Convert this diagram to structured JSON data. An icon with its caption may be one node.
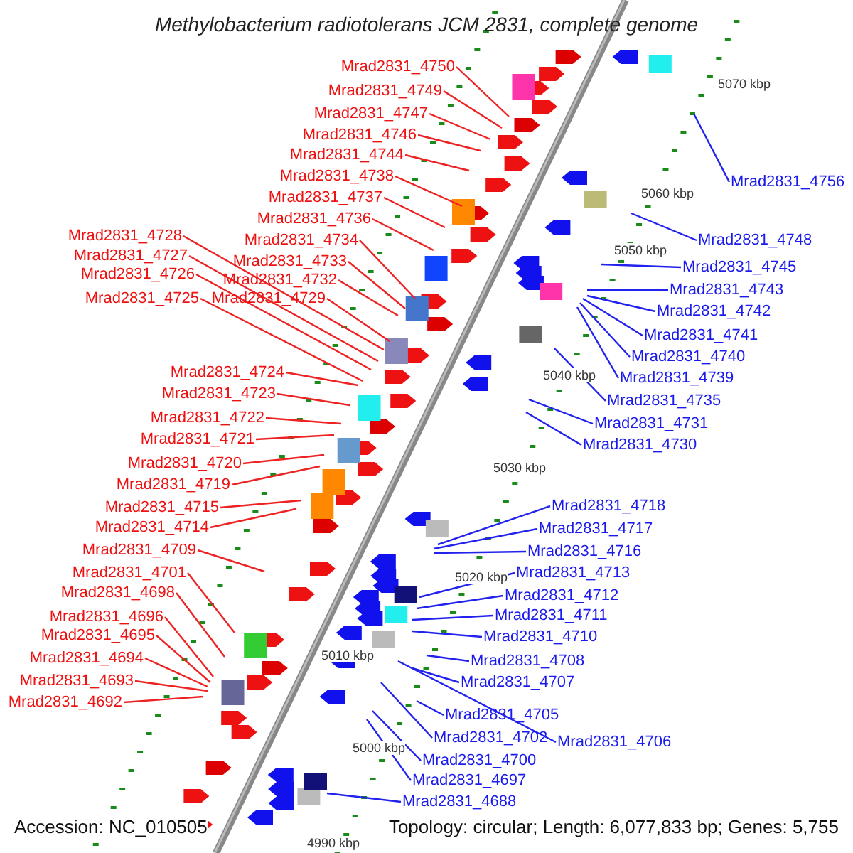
{
  "diagram": {
    "title": "Methylobacterium radiotolerans JCM 2831, complete genome",
    "nodes": [
      {
        "text": [
          "Mrad2831_4750"
        ]
      },
      {
        "text": [
          "Mrad2831_4749"
        ]
      },
      {
        "text": [
          "Mrad2831_4747"
        ]
      },
      {
        "text": [
          "Mrad2831_4746"
        ]
      },
      {
        "text": [
          "Mrad2831_4744"
        ]
      },
      {
        "text": [
          "Mrad2831_4738"
        ]
      },
      {
        "text": [
          "Mrad2831_4737"
        ]
      },
      {
        "text": [
          "Mrad2831_4736"
        ]
      },
      {
        "text": [
          "Mrad2831_4734"
        ]
      },
      {
        "text": [
          "Mrad2831_4733"
        ]
      },
      {
        "text": [
          "Mrad2831_4732"
        ]
      },
      {
        "text": [
          "Mrad2831_4729"
        ]
      },
      {
        "text": [
          "Mrad2831_4728"
        ]
      },
      {
        "text": [
          "Mrad2831_4727"
        ]
      },
      {
        "text": [
          "Mrad2831_4726"
        ]
      },
      {
        "text": [
          "Mrad2831_4725"
        ]
      },
      {
        "text": [
          "Mrad2831_4724"
        ]
      },
      {
        "text": [
          "Mrad2831_4723"
        ]
      },
      {
        "text": [
          "Mrad2831_4722"
        ]
      },
      {
        "text": [
          "Mrad2831_4721"
        ]
      },
      {
        "text": [
          "Mrad2831_4720"
        ]
      },
      {
        "text": [
          "Mrad2831_4719"
        ]
      },
      {
        "text": [
          "Mrad2831_4715"
        ]
      },
      {
        "text": [
          "Mrad2831_4714"
        ]
      },
      {
        "text": [
          "Mrad2831_4709"
        ]
      },
      {
        "text": [
          "Mrad2831_4701"
        ]
      },
      {
        "text": [
          "Mrad2831_4698"
        ]
      },
      {
        "text": [
          "Mrad2831_4696"
        ]
      },
      {
        "text": [
          "Mrad2831_4695"
        ]
      },
      {
        "text": [
          "Mrad2831_4694"
        ]
      },
      {
        "text": [
          "Mrad2831_4693"
        ]
      },
      {
        "text": [
          "Mrad2831_4692"
        ]
      },
      {
        "text": [
          "Mrad2831_4756"
        ]
      },
      {
        "text": [
          "Mrad2831_4748"
        ]
      },
      {
        "text": [
          "Mrad2831_4745"
        ]
      },
      {
        "text": [
          "Mrad2831_4743"
        ]
      },
      {
        "text": [
          "Mrad2831_4742"
        ]
      },
      {
        "text": [
          "Mrad2831_4741"
        ]
      },
      {
        "text": [
          "Mrad2831_4740"
        ]
      },
      {
        "text": [
          "Mrad2831_4739"
        ]
      },
      {
        "text": [
          "Mrad2831_4735"
        ]
      },
      {
        "text": [
          "Mrad2831_4731"
        ]
      },
      {
        "text": [
          "Mrad2831_4730"
        ]
      },
      {
        "text": [
          "Mrad2831_4718"
        ]
      },
      {
        "text": [
          "Mrad2831_4717"
        ]
      },
      {
        "text": [
          "Mrad2831_4716"
        ]
      },
      {
        "text": [
          "Mrad2831_4713"
        ]
      },
      {
        "text": [
          "Mrad2831_4712"
        ]
      },
      {
        "text": [
          "Mrad2831_4711"
        ]
      },
      {
        "text": [
          "Mrad2831_4710"
        ]
      },
      {
        "text": [
          "Mrad2831_4708"
        ]
      },
      {
        "text": [
          "Mrad2831_4707"
        ]
      },
      {
        "text": [
          "Mrad2831_4705"
        ]
      },
      {
        "text": [
          "Mrad2831_4702"
        ]
      },
      {
        "text": [
          "Mrad2831_4706"
        ]
      },
      {
        "text": [
          "Mrad2831_4700"
        ]
      },
      {
        "text": [
          "Mrad2831_4697"
        ]
      },
      {
        "text": [
          "Mrad2831_4688"
        ]
      }
    ],
    "edges": [
      {
        "from": 0,
        "to": null,
        "arrow": "none",
        "color": "#ee2222"
      },
      {
        "from": 1,
        "to": null,
        "arrow": "none",
        "color": "#ee2222"
      },
      {
        "from": 2,
        "to": null,
        "arrow": "none",
        "color": "#ee2222"
      },
      {
        "from": 3,
        "to": null,
        "arrow": "none",
        "color": "#ee2222"
      },
      {
        "from": 4,
        "to": null,
        "arrow": "none",
        "color": "#ee2222"
      },
      {
        "from": 5,
        "to": null,
        "arrow": "none",
        "color": "#ee2222"
      },
      {
        "from": 6,
        "to": null,
        "arrow": "none",
        "color": "#ee2222"
      },
      {
        "from": 7,
        "to": null,
        "arrow": "none",
        "color": "#ee2222"
      },
      {
        "from": 8,
        "to": null,
        "arrow": "none",
        "color": "#ee2222"
      },
      {
        "from": 9,
        "to": null,
        "arrow": "none",
        "color": "#ee2222"
      },
      {
        "from": 10,
        "to": null,
        "arrow": "none",
        "color": "#ee2222"
      },
      {
        "from": 11,
        "to": null,
        "arrow": "none",
        "color": "#ee2222"
      },
      {
        "from": 12,
        "to": null,
        "arrow": "none",
        "color": "#ee2222"
      },
      {
        "from": 13,
        "to": null,
        "arrow": "none",
        "color": "#ee2222"
      },
      {
        "from": 14,
        "to": null,
        "arrow": "none",
        "color": "#ee2222"
      },
      {
        "from": 15,
        "to": null,
        "arrow": "none",
        "color": "#ee2222"
      },
      {
        "from": 16,
        "to": null,
        "arrow": "none",
        "color": "#ee2222"
      },
      {
        "from": 17,
        "to": null,
        "arrow": "none",
        "color": "#ee2222"
      },
      {
        "from": 18,
        "to": null,
        "arrow": "none",
        "color": "#ee2222"
      },
      {
        "from": 19,
        "to": null,
        "arrow": "none",
        "color": "#ee2222"
      },
      {
        "from": 20,
        "to": null,
        "arrow": "none",
        "color": "#ee2222"
      },
      {
        "from": 21,
        "to": null,
        "arrow": "none",
        "color": "#ee2222"
      },
      {
        "from": 22,
        "to": null,
        "arrow": "none",
        "color": "#ee2222"
      },
      {
        "from": 23,
        "to": null,
        "arrow": "none",
        "color": "#ee2222"
      },
      {
        "from": 24,
        "to": null,
        "arrow": "none",
        "color": "#ee2222"
      },
      {
        "from": 25,
        "to": null,
        "arrow": "none",
        "color": "#ee2222"
      },
      {
        "from": 26,
        "to": null,
        "arrow": "none",
        "color": "#ee2222"
      },
      {
        "from": 27,
        "to": null,
        "arrow": "none",
        "color": "#ee2222"
      },
      {
        "from": 28,
        "to": null,
        "arrow": "none",
        "color": "#ee2222"
      },
      {
        "from": 29,
        "to": null,
        "arrow": "none",
        "color": "#ee2222"
      },
      {
        "from": 30,
        "to": null,
        "arrow": "none",
        "color": "#ee2222"
      },
      {
        "from": 31,
        "to": null,
        "arrow": "none",
        "color": "#ee2222"
      },
      {
        "from": 32,
        "to": null,
        "arrow": "none",
        "color": "#2222ee"
      },
      {
        "from": 33,
        "to": null,
        "arrow": "none",
        "color": "#2222ee"
      },
      {
        "from": 34,
        "to": null,
        "arrow": "none",
        "color": "#2222ee"
      },
      {
        "from": 35,
        "to": null,
        "arrow": "none",
        "color": "#2222ee"
      },
      {
        "from": 36,
        "to": null,
        "arrow": "none",
        "color": "#2222ee"
      },
      {
        "from": 37,
        "to": null,
        "arrow": "none",
        "color": "#2222ee"
      },
      {
        "from": 38,
        "to": null,
        "arrow": "none",
        "color": "#2222ee"
      },
      {
        "from": 39,
        "to": null,
        "arrow": "none",
        "color": "#2222ee"
      },
      {
        "from": 40,
        "to": null,
        "arrow": "none",
        "color": "#2222ee"
      },
      {
        "from": 41,
        "to": null,
        "arrow": "none",
        "color": "#2222ee"
      },
      {
        "from": 42,
        "to": null,
        "arrow": "none",
        "color": "#2222ee"
      },
      {
        "from": 43,
        "to": null,
        "arrow": "none",
        "color": "#2222ee"
      },
      {
        "from": 44,
        "to": null,
        "arrow": "none",
        "color": "#2222ee"
      },
      {
        "from": 45,
        "to": null,
        "arrow": "none",
        "color": "#2222ee"
      },
      {
        "from": 46,
        "to": null,
        "arrow": "none",
        "color": "#2222ee"
      },
      {
        "from": 47,
        "to": null,
        "arrow": "none",
        "color": "#2222ee"
      },
      {
        "from": 48,
        "to": null,
        "arrow": "none",
        "color": "#2222ee"
      },
      {
        "from": 49,
        "to": null,
        "arrow": "none",
        "color": "#2222ee"
      },
      {
        "from": 50,
        "to": null,
        "arrow": "none",
        "color": "#2222ee"
      },
      {
        "from": 51,
        "to": null,
        "arrow": "none",
        "color": "#2222ee"
      },
      {
        "from": 52,
        "to": null,
        "arrow": "none",
        "color": "#2222ee"
      },
      {
        "from": 53,
        "to": null,
        "arrow": "none",
        "color": "#2222ee"
      },
      {
        "from": 54,
        "to": null,
        "arrow": "none",
        "color": "#2222ee"
      },
      {
        "from": 55,
        "to": null,
        "arrow": "none",
        "color": "#2222ee"
      },
      {
        "from": 56,
        "to": null,
        "arrow": "none",
        "color": "#2222ee"
      },
      {
        "from": 57,
        "to": null,
        "arrow": "none",
        "color": "#2222ee"
      }
    ],
    "labels": [
      "5070 kbp",
      "5060 kbp",
      "5050 kbp",
      "5040 kbp",
      "5030 kbp",
      "5020 kbp",
      "5010 kbp",
      "5000 kbp",
      "4990 kbp",
      "Accession: NC_010505",
      "Topology: circular; Length: 6,077,833 bp; Genes: 5,755"
    ]
  }
}
